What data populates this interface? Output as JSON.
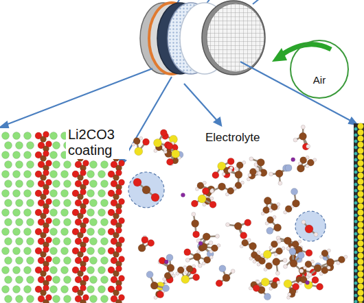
{
  "diagram": {
    "nodes": [
      {
        "text": [
          "Air"
        ]
      }
    ],
    "labels": [
      "Li2CO3 coating",
      "Electrolyte"
    ]
  }
}
